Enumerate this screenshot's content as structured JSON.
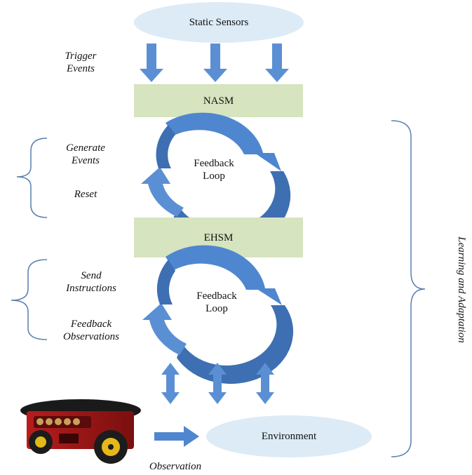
{
  "nodes": {
    "static_sensors": "Static Sensors",
    "nasm": "NASM",
    "ehsm": "EHSM",
    "environment": "Environment"
  },
  "loops": {
    "top": [
      "Feedback",
      "Loop"
    ],
    "bottom": [
      "Feedback",
      "Loop"
    ]
  },
  "labels": {
    "trigger": [
      "Trigger",
      "Events"
    ],
    "generate": [
      "Generate",
      "Events"
    ],
    "reset": "Reset",
    "send": [
      "Send",
      "Instructions"
    ],
    "feedback_obs": [
      "Feedback",
      "Observations"
    ],
    "observation": "Observation",
    "learning": "Learning and Adaptation"
  },
  "colors": {
    "ellipse_fill": "#dcebf6",
    "box_fill": "#d6e4bf",
    "arrow_light": "#5b8fd4",
    "arrow_dark": "#3e6fb2",
    "bracket": "#5a7fb0"
  }
}
